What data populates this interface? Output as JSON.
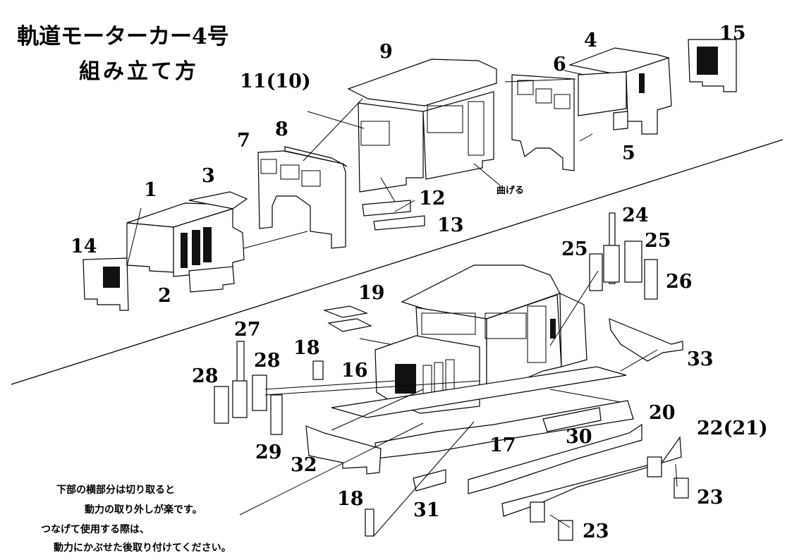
{
  "title": {
    "line1": "軌道モーターカー4号",
    "line2": "組み立て方"
  },
  "bend_note": "曲げる",
  "footnote": [
    "下部の横部分は切り取ると",
    "動力の取り外しが楽です。",
    "つなげて使用する際は、",
    "動力にかぶせた後取り付けてください。"
  ],
  "part_labels": {
    "p1": "1",
    "p2": "2",
    "p3": "3",
    "p4": "4",
    "p5": "5",
    "p6": "6",
    "p7": "7",
    "p8": "8",
    "p9": "9",
    "p11": "11(10)",
    "p12": "12",
    "p13": "13",
    "p14": "14",
    "p15": "15",
    "p16": "16",
    "p17": "17",
    "p18a": "18",
    "p18b": "18",
    "p19": "19",
    "p20": "20",
    "p22": "22(21)",
    "p23a": "23",
    "p23b": "23",
    "p24": "24",
    "p25a": "25",
    "p25b": "25",
    "p26": "26",
    "p27": "27",
    "p28a": "28",
    "p28b": "28",
    "p29": "29",
    "p30": "30",
    "p31": "31",
    "p32": "32",
    "p33": "33"
  }
}
